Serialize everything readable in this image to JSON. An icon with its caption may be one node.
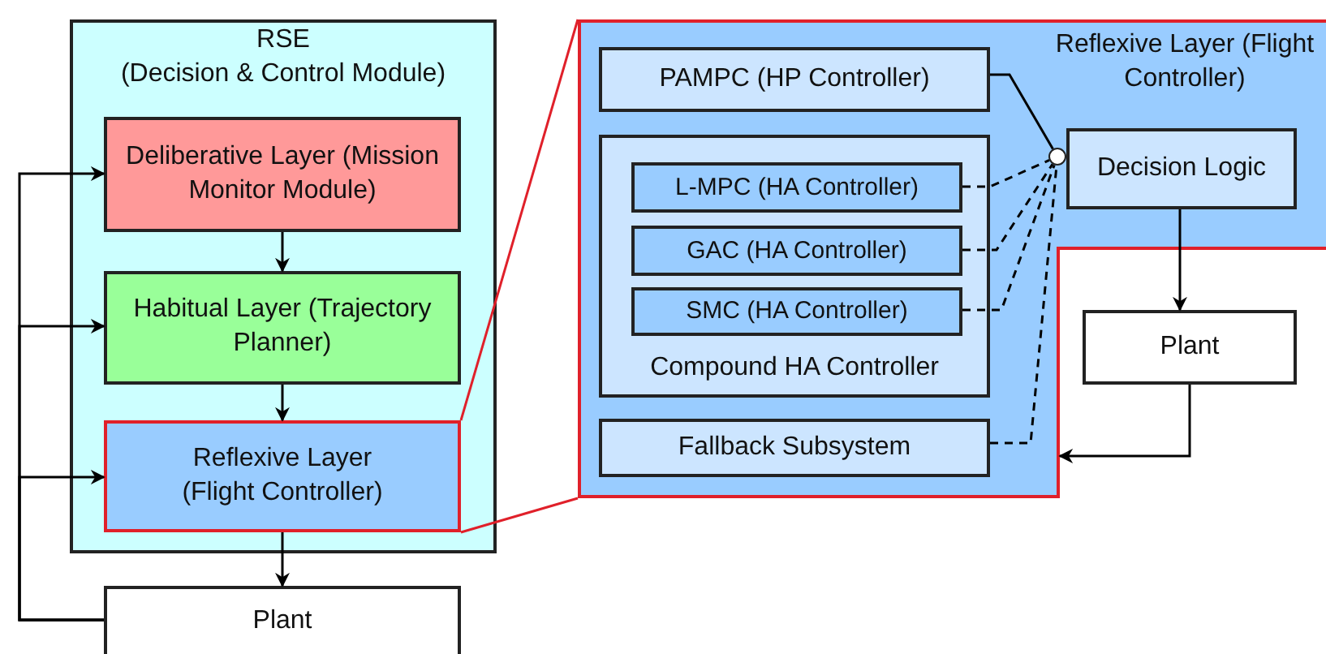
{
  "diagram": {
    "nodes": [
      {
        "text": [
          "RSE",
          "(Decision & Control Module)"
        ]
      },
      {
        "text": [
          "Deliberative Layer (Mission Monitor Module)"
        ],
        "in": 0
      },
      {
        "text": [
          "Habitual Layer (Trajectory Planner)"
        ],
        "in": 0
      },
      {
        "text": [
          "Reflexive Layer (Flight Controller)"
        ],
        "in": 0
      },
      {
        "text": [
          "Plant"
        ]
      },
      {
        "text": [
          "Reflexive Layer (Flight Controller)"
        ]
      },
      {
        "text": [
          "PAMPC (HP Controller)"
        ],
        "in": 5
      },
      {
        "text": [
          "Compound HA Controller"
        ],
        "in": 5
      },
      {
        "text": [
          "L-MPC (HA Controller)"
        ],
        "in": 7
      },
      {
        "text": [
          "GAC (HA Controller)"
        ],
        "in": 7
      },
      {
        "text": [
          "SMC (HA Controller)"
        ],
        "in": 7
      },
      {
        "text": [
          "Fallback Subsystem"
        ],
        "in": 5
      },
      {
        "text": [
          "Decision Logic"
        ],
        "in": 5
      },
      {
        "text": [
          "Plant"
        ]
      },
      {
        "text": [],
        "shape": "circle",
        "in": 5
      }
    ],
    "edges": [
      {
        "from": 1,
        "to": 2,
        "arrow": "to"
      },
      {
        "from": 2,
        "to": 3,
        "arrow": "to"
      },
      {
        "from": 3,
        "to": 4,
        "arrow": "to"
      },
      {
        "from": 4,
        "to": 1,
        "arrow": "to"
      },
      {
        "from": 4,
        "to": 2,
        "arrow": "to"
      },
      {
        "from": 4,
        "to": 3,
        "arrow": "to"
      },
      {
        "from": 3,
        "to": 5,
        "arrow": "none",
        "color": "#e0202a"
      },
      {
        "from": 3,
        "to": 5,
        "arrow": "none",
        "color": "#e0202a"
      },
      {
        "from": 6,
        "to": 14,
        "arrow": "none"
      },
      {
        "from": 8,
        "to": 14,
        "arrow": "none",
        "style": "dashed"
      },
      {
        "from": 9,
        "to": 14,
        "arrow": "none",
        "style": "dashed"
      },
      {
        "from": 10,
        "to": 14,
        "arrow": "none",
        "style": "dashed"
      },
      {
        "from": 11,
        "to": 14,
        "arrow": "none",
        "style": "dashed"
      },
      {
        "from": 12,
        "to": 13,
        "arrow": "to"
      },
      {
        "from": 13,
        "to": 5,
        "arrow": "to"
      }
    ]
  }
}
